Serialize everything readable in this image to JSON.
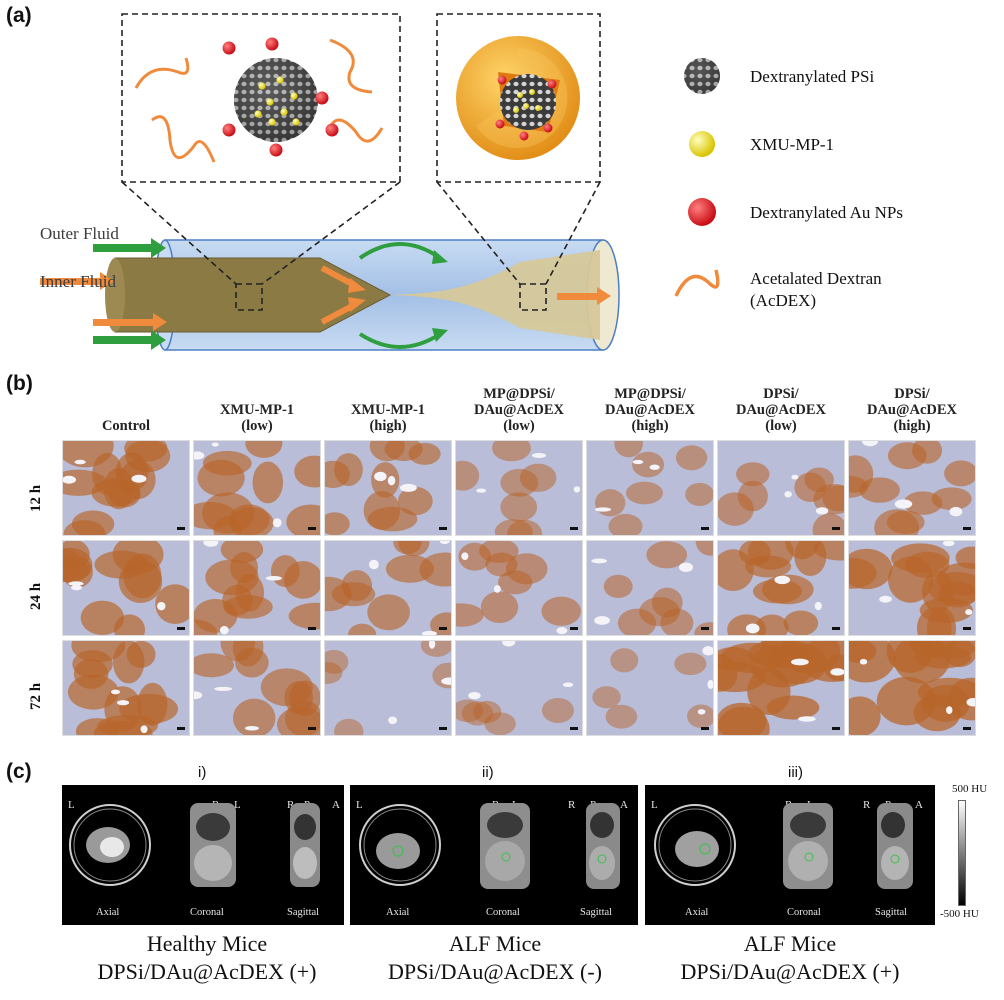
{
  "panels": {
    "a": {
      "label": "(a)",
      "fluids": {
        "outer": "Outer Fluid",
        "inner": "Inner Fluid"
      },
      "legend": [
        {
          "icon": "psi-sphere-icon",
          "text": "Dextranylated PSi"
        },
        {
          "icon": "yellow-sphere-icon",
          "text": "XMU-MP-1"
        },
        {
          "icon": "red-sphere-icon",
          "text": "Dextranylated Au NPs"
        },
        {
          "icon": "orange-polymer-icon",
          "text": "Acetalated Dextran\n(AcDEX)"
        }
      ]
    },
    "b": {
      "label": "(b)",
      "columns": [
        "Control",
        "XMU-MP-1\n(low)",
        "XMU-MP-1\n(high)",
        "MP@DPSi/\nDAu@AcDEX\n(low)",
        "MP@DPSi/\nDAu@AcDEX\n(high)",
        "DPSi/\nDAu@AcDEX\n(low)",
        "DPSi/\nDAu@AcDEX\n(high)"
      ],
      "rows": [
        "12 h",
        "24 h",
        "72 h"
      ],
      "stain_levels": [
        [
          0.55,
          0.5,
          0.45,
          0.2,
          0.18,
          0.3,
          0.4
        ],
        [
          0.6,
          0.5,
          0.45,
          0.3,
          0.25,
          0.55,
          0.65
        ],
        [
          0.6,
          0.45,
          0.1,
          0.08,
          0.08,
          0.75,
          0.72
        ]
      ]
    },
    "c": {
      "label": "(c)",
      "groups": [
        {
          "numeral": "i)",
          "caption_line1": "Healthy Mice",
          "caption_line2": "DPSi/DAu@AcDEX (+)"
        },
        {
          "numeral": "ii)",
          "caption_line1": "ALF Mice",
          "caption_line2": "DPSi/DAu@AcDEX (-)"
        },
        {
          "numeral": "iii)",
          "caption_line1": "ALF Mice",
          "caption_line2": "DPSi/DAu@AcDEX (+)"
        }
      ],
      "orientation_letters": {
        "l": "L",
        "r": "R",
        "p": "P",
        "a": "A"
      },
      "views": [
        "Axial",
        "Coronal",
        "Sagittal"
      ],
      "colorbar": {
        "max": "500 HU",
        "min": "-500 HU"
      }
    }
  },
  "colors": {
    "stain_brown": "#b8652a",
    "tissue_blue": "#b9bdd8",
    "channel_blue": "#a9c6e8",
    "outer_arrow_green": "#2e9e3e",
    "inner_arrow_orange": "#f08a3c",
    "au_red": "#d9232a",
    "drug_yellow": "#f0e020",
    "shell_orange": "#f3a32a"
  }
}
